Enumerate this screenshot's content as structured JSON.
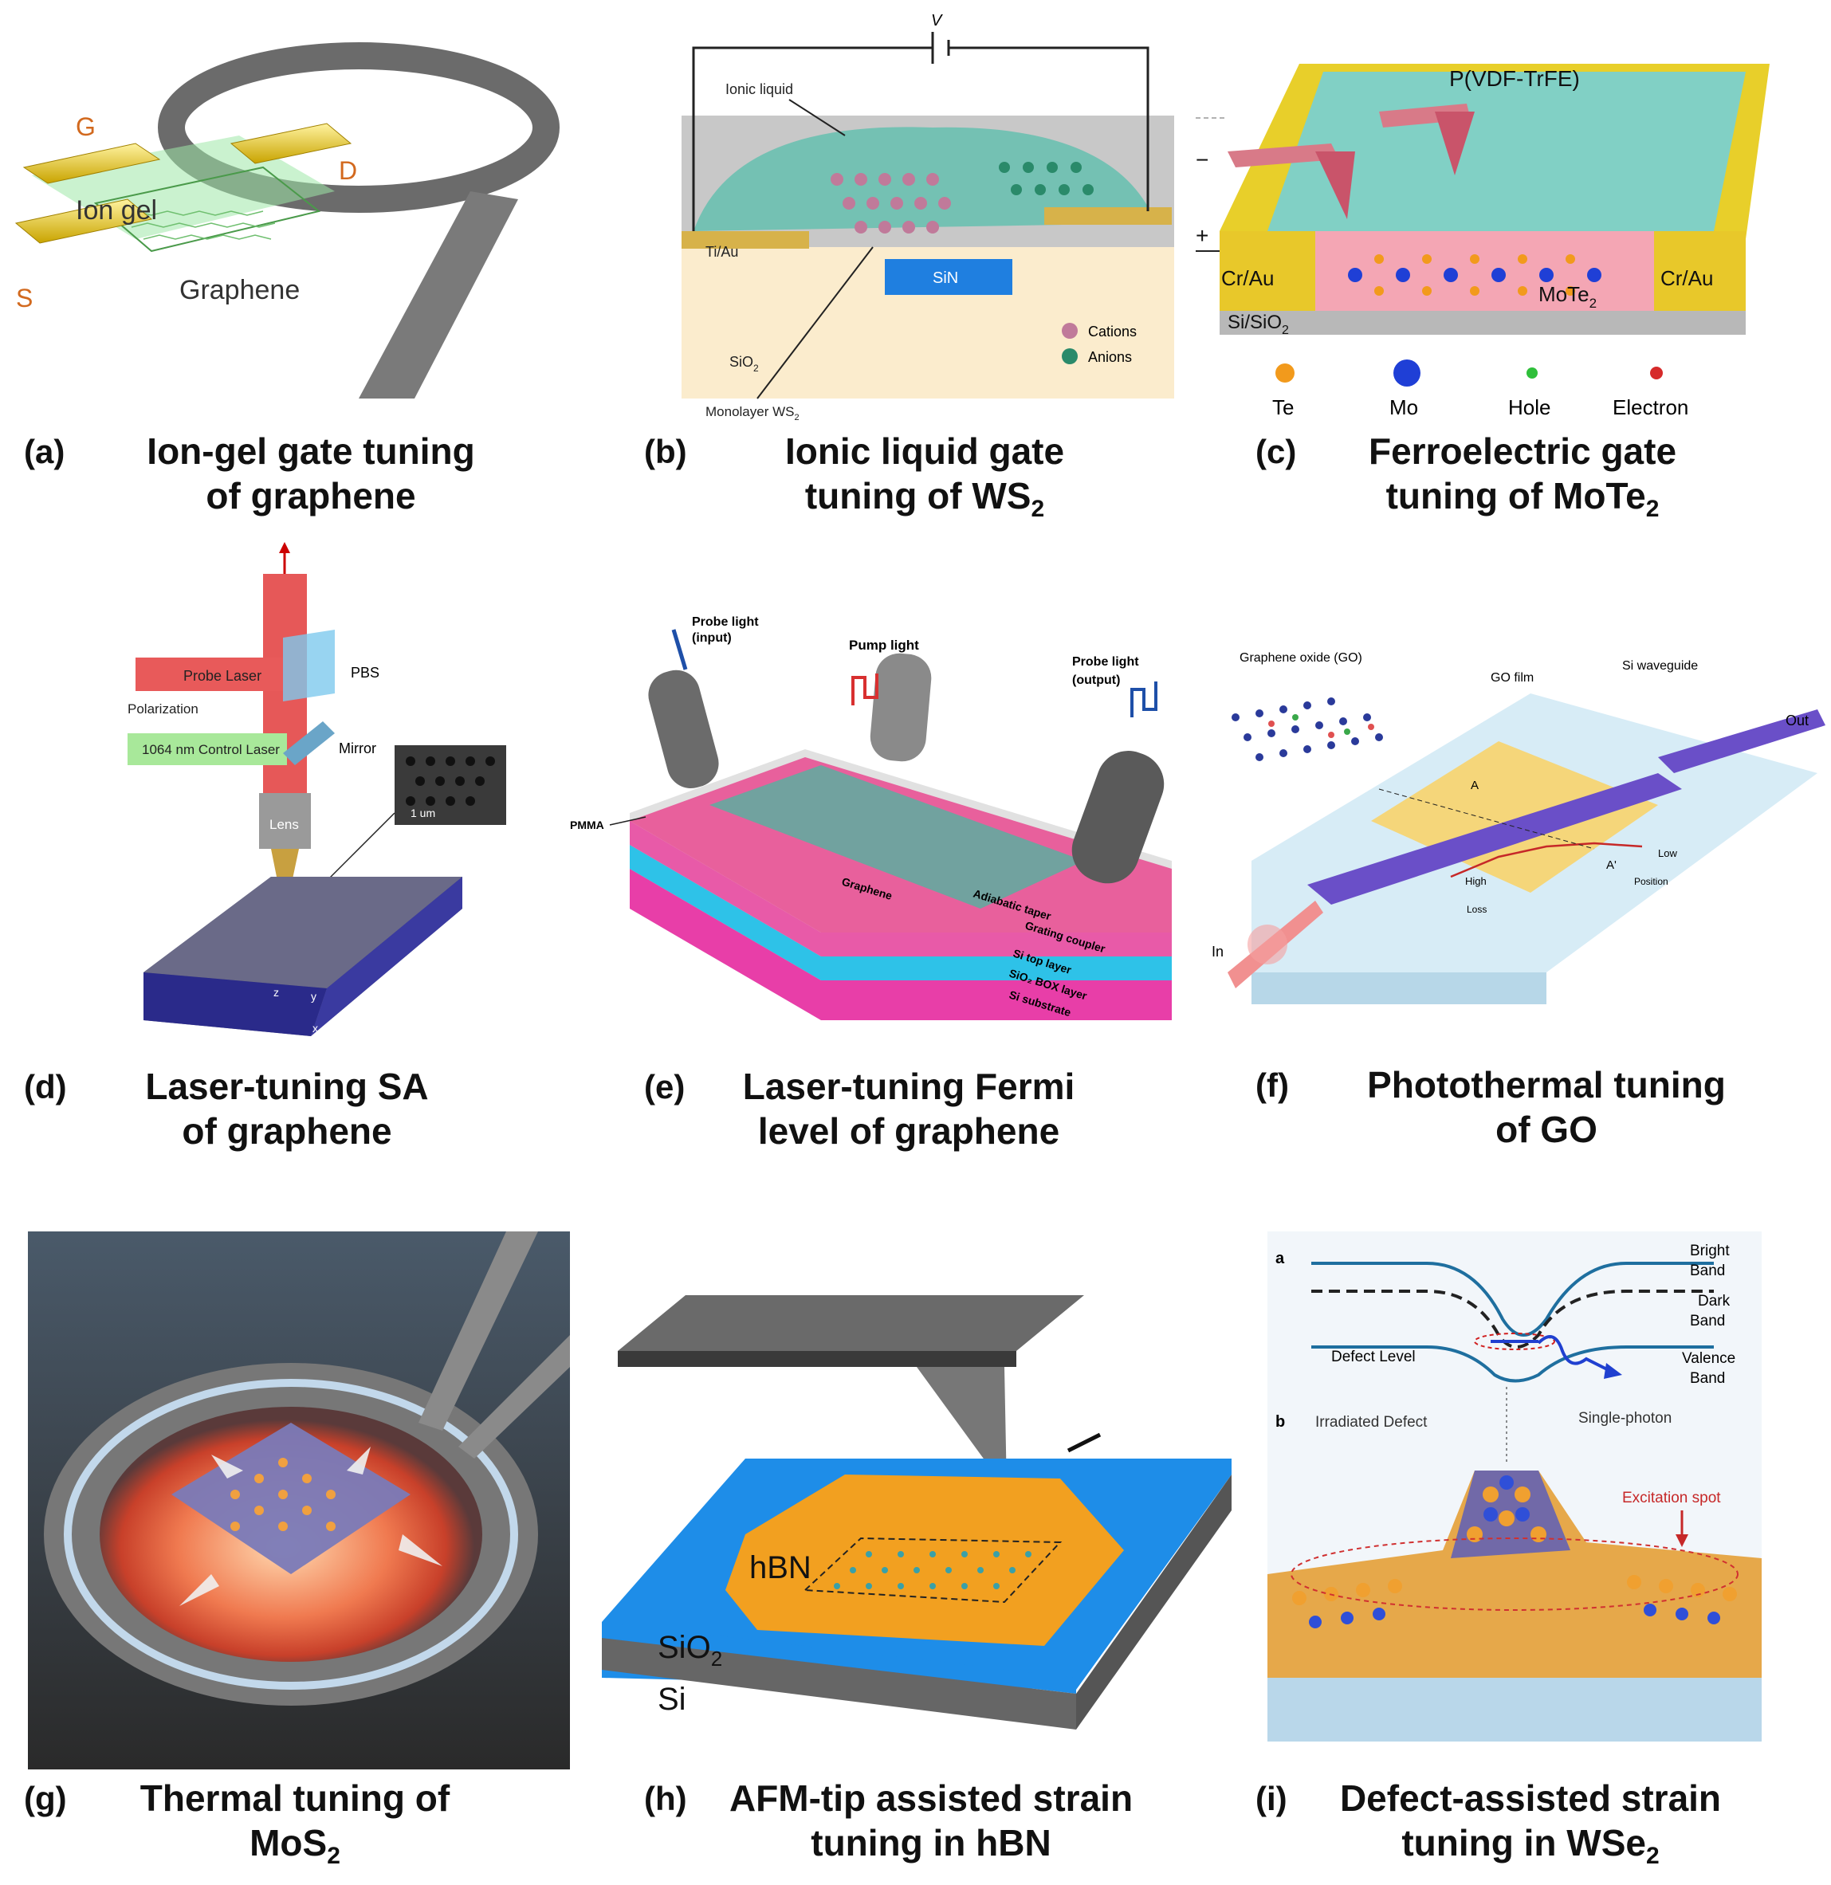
{
  "panels": {
    "a": {
      "letter": "(a)",
      "title_line1": "Ion-gel gate tuning",
      "title_line2": "of graphene",
      "labels": {
        "gate": "G",
        "drain": "D",
        "source": "S",
        "ion_gel": "Ion gel",
        "graphene": "Graphene"
      }
    },
    "b": {
      "letter": "(b)",
      "title_line1": "Ionic liquid gate",
      "title_line2_prefix": "tuning of WS",
      "title_line2_sub": "2",
      "labels": {
        "voltage": "V",
        "ionic_liquid": "Ionic liquid",
        "ti_au": "Ti/Au",
        "sin": "SiN",
        "sio2": "SiO",
        "sio2_sub": "2",
        "cations": "Cations",
        "anions": "Anions",
        "monolayer": "Monolayer WS",
        "monolayer_sub": "2"
      }
    },
    "c": {
      "letter": "(c)",
      "title_line1": "Ferroelectric gate",
      "title_line2_prefix": "tuning of MoTe",
      "title_line2_sub": "2",
      "labels": {
        "pvdf": "P(VDF-TrFE)",
        "cr_au_left": "Cr/Au",
        "cr_au_right": "Cr/Au",
        "mote2": "MoTe",
        "mote2_sub": "2",
        "si_sio2": "Si/SiO",
        "si_sio2_sub": "2",
        "minus": "−",
        "plus": "+",
        "legend": [
          "Te",
          "Mo",
          "Hole",
          "Electron"
        ]
      },
      "legend_colors": [
        "#f29a1c",
        "#1f3fd6",
        "#2fbf3a",
        "#d62a2a"
      ]
    },
    "d": {
      "letter": "(d)",
      "title_line1": "Laser-tuning SA",
      "title_line2": "of graphene",
      "labels": {
        "probe_laser": "Probe Laser",
        "polarization": "Polarization",
        "pbs": "PBS",
        "control_laser": "1064 nm Control Laser",
        "mirror": "Mirror",
        "lens": "Lens",
        "scale": "1 um",
        "axis_x": "x",
        "axis_y": "y",
        "axis_z": "z"
      }
    },
    "e": {
      "letter": "(e)",
      "title_line1": "Laser-tuning Fermi",
      "title_line2": "level of graphene",
      "labels": {
        "probe_in": "Probe light",
        "probe_in2": "(input)",
        "pump": "Pump light",
        "probe_out": "Probe light",
        "probe_out2": "(output)",
        "pmma": "PMMA",
        "graphene": "Graphene",
        "taper": "Adiabatic taper",
        "grating": "Grating coupler",
        "si_top": "Si top layer",
        "box": "SiO₂ BOX layer",
        "substrate": "Si substrate"
      }
    },
    "f": {
      "letter": "(f)",
      "title_line1": "Photothermal tuning",
      "title_line2": "of GO",
      "labels": {
        "go": "Graphene oxide (GO)",
        "go_film": "GO film",
        "si_wg": "Si waveguide",
        "out": "Out",
        "in": "In",
        "a": "A",
        "a_prime": "A'",
        "high": "High",
        "low": "Low",
        "loss": "Loss",
        "position": "Position"
      }
    },
    "g": {
      "letter": "(g)",
      "title_line1": "Thermal tuning of",
      "title_line2_prefix": "MoS",
      "title_line2_sub": "2"
    },
    "h": {
      "letter": "(h)",
      "title_line1": "AFM-tip assisted strain",
      "title_line2": "tuning in hBN",
      "labels": {
        "hbn": "hBN",
        "sio2": "SiO",
        "sio2_sub": "2",
        "si": "Si"
      }
    },
    "i": {
      "letter": "(i)",
      "title_line1": "Defect-assisted strain",
      "title_line2_prefix": "tuning in WSe",
      "title_line2_sub": "2",
      "labels": {
        "sub_a": "a",
        "sub_b": "b",
        "bright": "Bright",
        "bright2": "Band",
        "dark": "Dark",
        "dark2": "Band",
        "valence": "Valence",
        "valence2": "Band",
        "defect_level": "Defect Level",
        "irradiated": "Irradiated Defect",
        "single_photon": "Single-photon",
        "excitation": "Excitation spot"
      }
    }
  }
}
